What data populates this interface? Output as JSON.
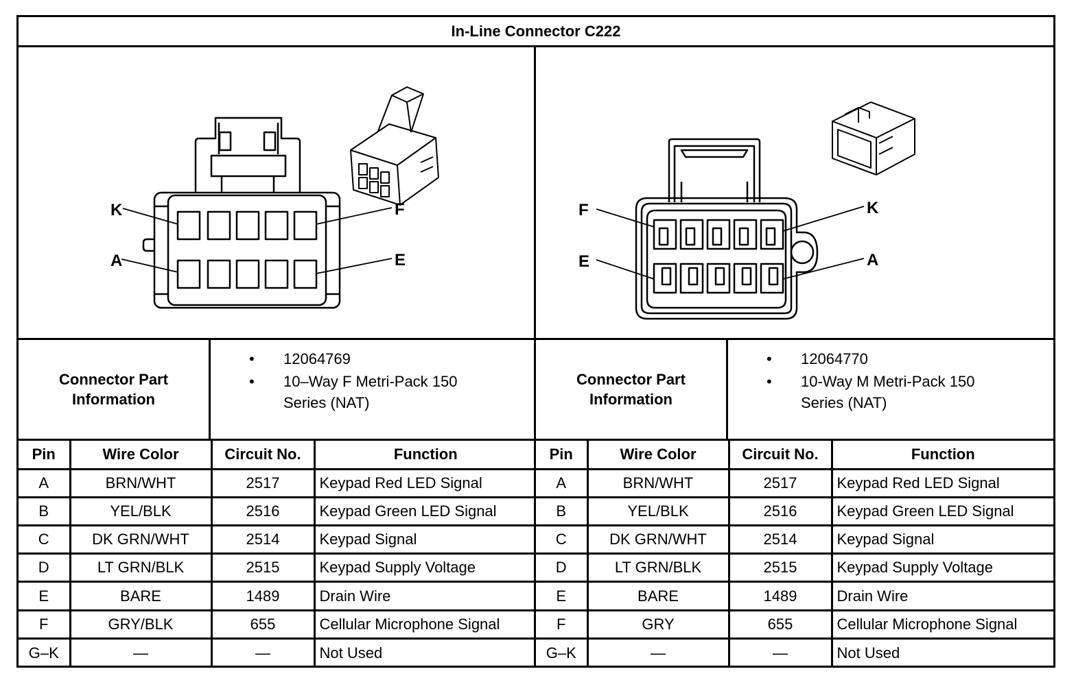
{
  "title": "In-Line Connector C222",
  "connectors": [
    {
      "info_label_line1": "Connector Part",
      "info_label_line2": "Information",
      "part_items": [
        "12064769",
        "10–Way F Metri-Pack 150 Series (NAT)"
      ],
      "pin_labels": {
        "top_left": "K",
        "bottom_left": "A",
        "top_right": "F",
        "bottom_right": "E"
      },
      "headers": [
        "Pin",
        "Wire Color",
        "Circuit No.",
        "Function"
      ],
      "rows": [
        {
          "pin": "A",
          "wire": "BRN/WHT",
          "circuit": "2517",
          "function": "Keypad Red LED Signal"
        },
        {
          "pin": "B",
          "wire": "YEL/BLK",
          "circuit": "2516",
          "function": "Keypad Green LED Signal"
        },
        {
          "pin": "C",
          "wire": "DK GRN/WHT",
          "circuit": "2514",
          "function": "Keypad Signal"
        },
        {
          "pin": "D",
          "wire": "LT GRN/BLK",
          "circuit": "2515",
          "function": "Keypad Supply Voltage"
        },
        {
          "pin": "E",
          "wire": "BARE",
          "circuit": "1489",
          "function": "Drain Wire"
        },
        {
          "pin": "F",
          "wire": "GRY/BLK",
          "circuit": "655",
          "function": "Cellular Microphone Signal"
        },
        {
          "pin": "G–K",
          "wire": "—",
          "circuit": "—",
          "function": "Not Used"
        }
      ]
    },
    {
      "info_label_line1": "Connector Part",
      "info_label_line2": "Information",
      "part_items": [
        "12064770",
        "10-Way M Metri-Pack 150 Series (NAT)"
      ],
      "pin_labels": {
        "top_left": "F",
        "bottom_left": "E",
        "top_right": "K",
        "bottom_right": "A"
      },
      "headers": [
        "Pin",
        "Wire Color",
        "Circuit No.",
        "Function"
      ],
      "rows": [
        {
          "pin": "A",
          "wire": "BRN/WHT",
          "circuit": "2517",
          "function": "Keypad Red LED Signal"
        },
        {
          "pin": "B",
          "wire": "YEL/BLK",
          "circuit": "2516",
          "function": "Keypad Green LED Signal"
        },
        {
          "pin": "C",
          "wire": "DK GRN/WHT",
          "circuit": "2514",
          "function": "Keypad Signal"
        },
        {
          "pin": "D",
          "wire": "LT GRN/BLK",
          "circuit": "2515",
          "function": "Keypad Supply Voltage"
        },
        {
          "pin": "E",
          "wire": "BARE",
          "circuit": "1489",
          "function": "Drain Wire"
        },
        {
          "pin": "F",
          "wire": "GRY",
          "circuit": "655",
          "function": "Cellular Microphone Signal"
        },
        {
          "pin": "G–K",
          "wire": "—",
          "circuit": "—",
          "function": "Not Used"
        }
      ]
    }
  ]
}
